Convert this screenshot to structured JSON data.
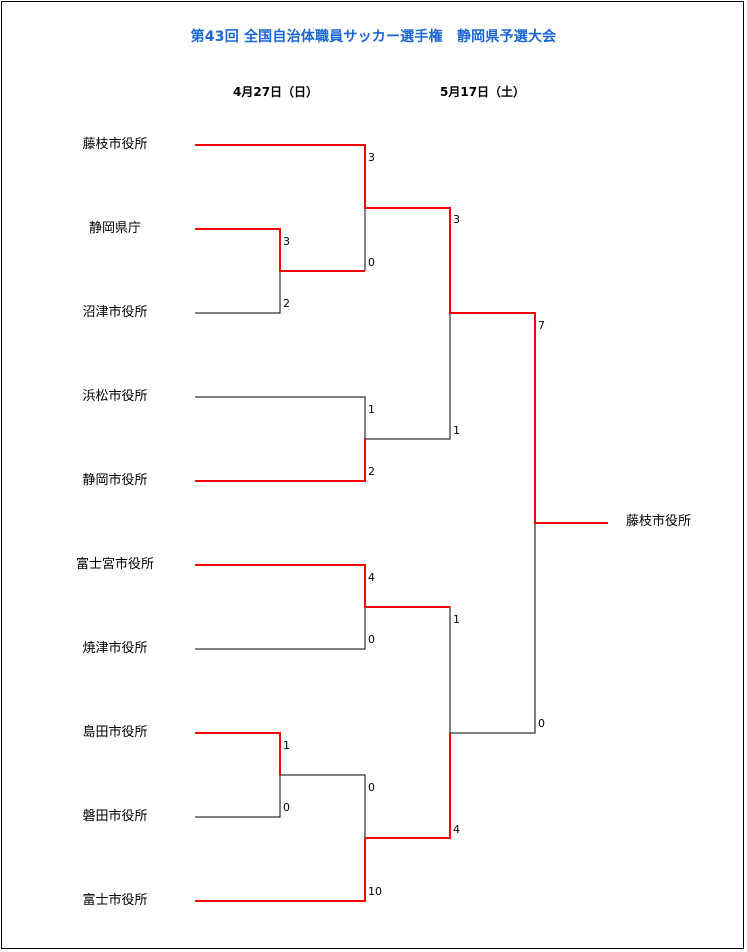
{
  "title": "第43回 全国自治体職員サッカー選手権　静岡県予選大会",
  "rounds": [
    "4月27日（日）",
    "5月17日（土）"
  ],
  "teams": [
    "藤枝市役所",
    "静岡県庁",
    "沼津市役所",
    "浜松市役所",
    "静岡市役所",
    "富士宮市役所",
    "焼津市役所",
    "島田市役所",
    "磐田市役所",
    "富士市役所"
  ],
  "champion": "藤枝市役所",
  "colors": {
    "title": "#1a66d6",
    "win_line": "#ff0000",
    "line": "#000000"
  },
  "scores": {
    "pre1": [
      "3",
      "2"
    ],
    "pre2": [
      "1",
      "0"
    ],
    "r1": [
      [
        "3",
        "0"
      ],
      [
        "1",
        "2"
      ],
      [
        "4",
        "0"
      ],
      [
        "0",
        "10"
      ]
    ],
    "sf": [
      [
        "3",
        "1"
      ],
      [
        "1",
        "4"
      ]
    ],
    "final": [
      "7",
      "0"
    ]
  }
}
